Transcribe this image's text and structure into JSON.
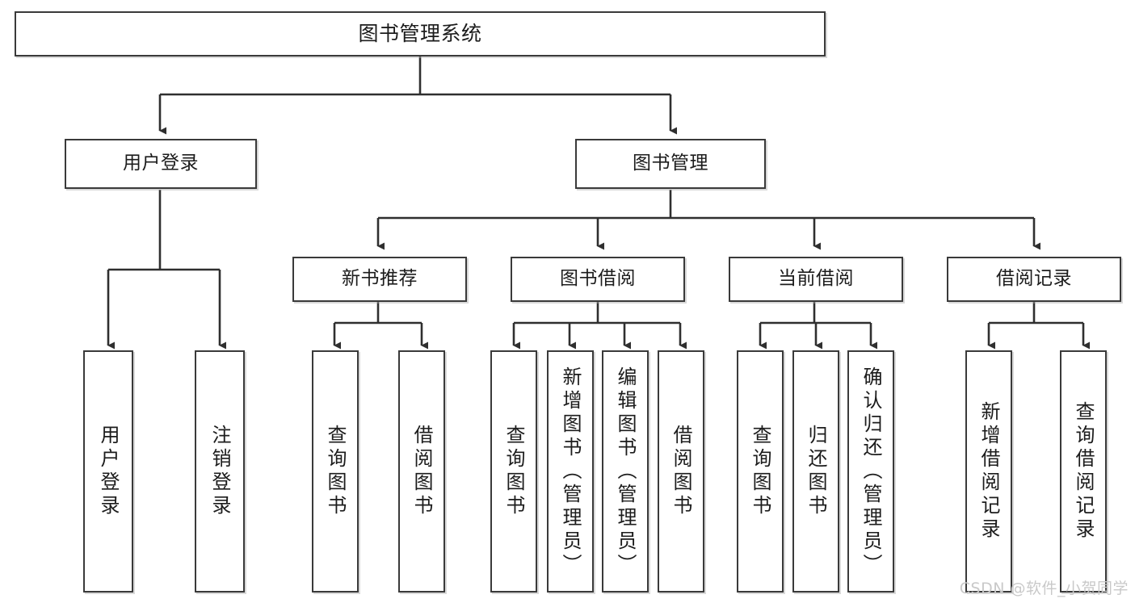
{
  "diagram": {
    "type": "tree-hierarchy-chart",
    "title": "图书管理系统",
    "edge_color": "#3a3a3a",
    "box_border_color": "#3a3a3a",
    "background_color": "#ffffff",
    "watermark": "CSDN @软件_小贺同学",
    "watermark_color": "#c9c9c9"
  },
  "nodes": {
    "root": {
      "label": "图书管理系统"
    },
    "level2": [
      {
        "label": "用户登录"
      },
      {
        "label": "图书管理"
      }
    ],
    "level3": [
      {
        "label": "新书推荐"
      },
      {
        "label": "图书借阅"
      },
      {
        "label": "当前借阅"
      },
      {
        "label": "借阅记录"
      }
    ],
    "leaves_login": [
      {
        "label": "用户登录"
      },
      {
        "label": "注销登录"
      }
    ],
    "leaves_newbook": [
      {
        "label": "查询图书"
      },
      {
        "label": "借阅图书"
      }
    ],
    "leaves_borrow": [
      {
        "label": "查询图书"
      },
      {
        "label": "新增图书（管理员）"
      },
      {
        "label": "编辑图书（管理员）"
      },
      {
        "label": "借阅图书"
      }
    ],
    "leaves_current": [
      {
        "label": "查询图书"
      },
      {
        "label": "归还图书"
      },
      {
        "label": "确认归还（管理员）"
      }
    ],
    "leaves_record": [
      {
        "label": "新增借阅记录"
      },
      {
        "label": "查询借阅记录"
      }
    ]
  }
}
